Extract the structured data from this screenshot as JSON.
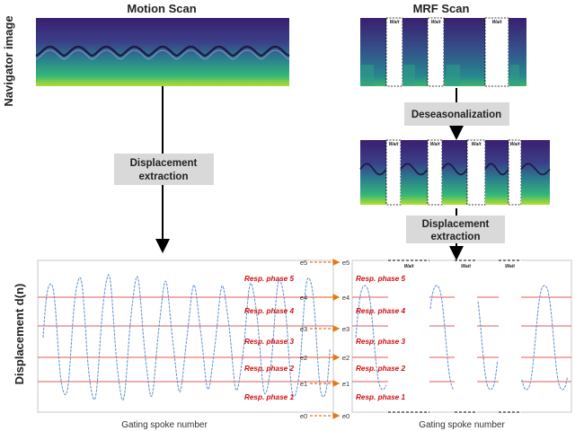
{
  "titles": {
    "motion_scan": "Motion Scan",
    "mrf_scan": "MRF Scan"
  },
  "side_labels": {
    "navigator": "Navigator image",
    "displacement": "Displacement d(n)"
  },
  "steps": {
    "displacement_extraction": [
      "Displacement",
      "extraction"
    ],
    "deseasonalization": "Deseasonalization"
  },
  "axis": {
    "x_label": "Gating spoke number"
  },
  "wait_label": "Wait",
  "resp_phases": [
    "Resp. phase 1",
    "Resp. phase 2",
    "Resp. phase 3",
    "Resp. phase 4",
    "Resp. phase 5"
  ],
  "edges": [
    "e0",
    "e1",
    "e2",
    "e3",
    "e4",
    "e5"
  ],
  "colors": {
    "signal": "#5b8fd0",
    "threshold": "#e05a5a",
    "phase_text": "#d01010",
    "edge_arrow": "#e07a1a",
    "box_fill": "#d9d9d9",
    "viridis_dark": "#3b0f6b",
    "viridis_bright": "#d8e219"
  }
}
